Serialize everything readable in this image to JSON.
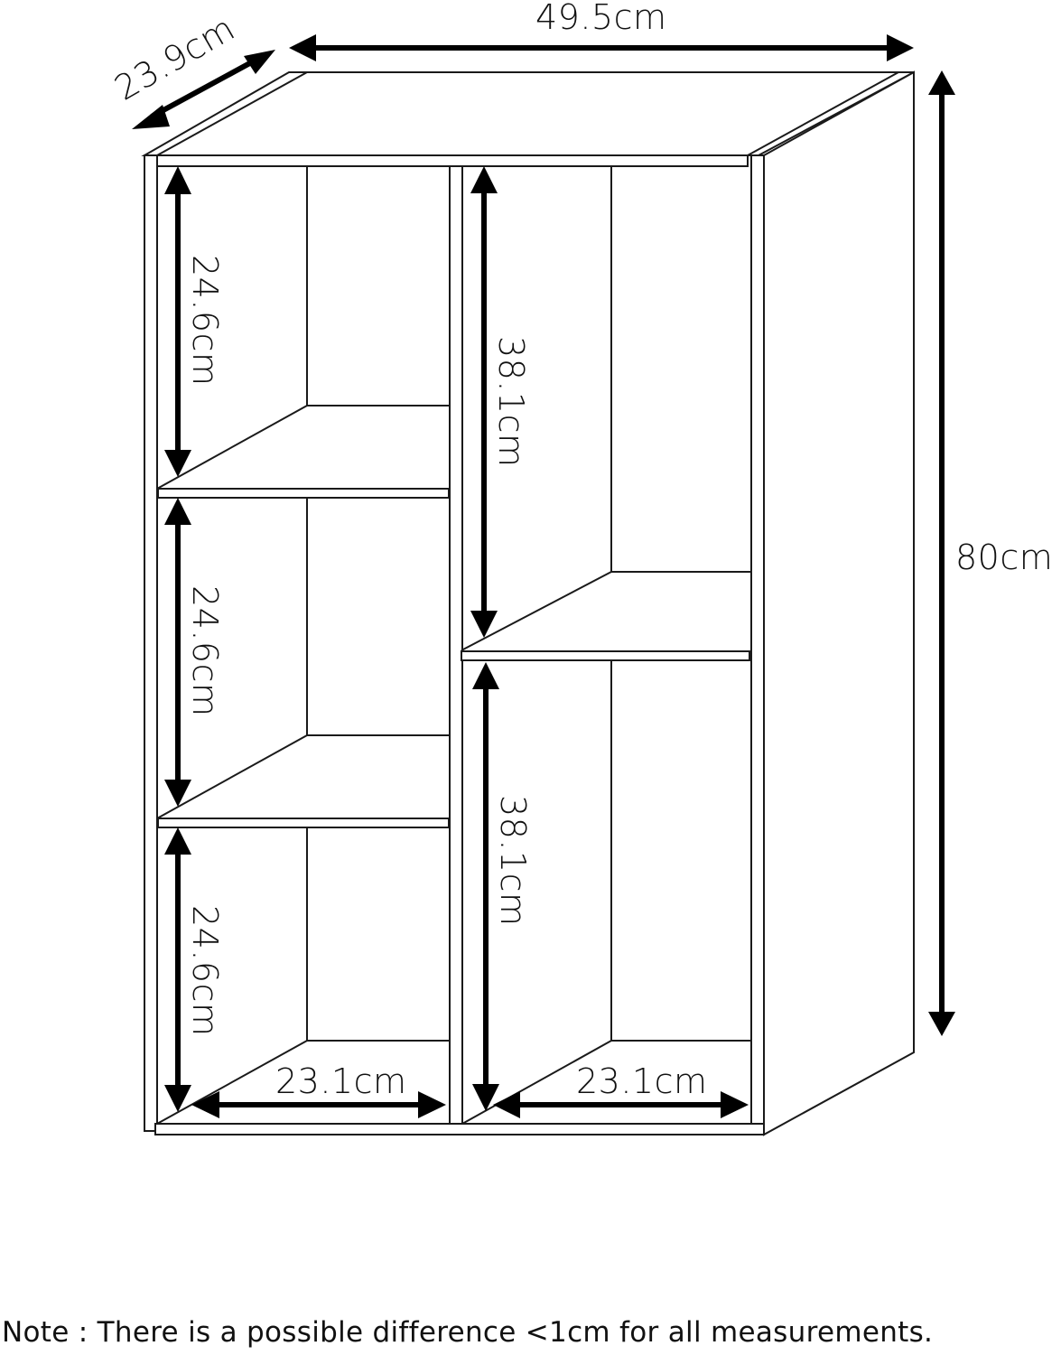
{
  "diagram": {
    "subject": "5-cube open bookcase dimension drawing",
    "colors": {
      "line": "#1a1a1a",
      "arrow": "#000000",
      "background": "#ffffff"
    },
    "dimensions": {
      "overall_width": "49.5cm",
      "overall_depth": "23.9cm",
      "overall_height": "80cm",
      "left_top_cubby_height": "24.6cm",
      "left_middle_cubby_height": "24.6cm",
      "left_bottom_cubby_height": "24.6cm",
      "right_top_cubby_height": "38.1cm",
      "right_bottom_cubby_height": "38.1cm",
      "left_cubby_width": "23.1cm",
      "right_cubby_width": "23.1cm"
    },
    "note": "Note : There is a possible difference <1cm for all measurements."
  }
}
